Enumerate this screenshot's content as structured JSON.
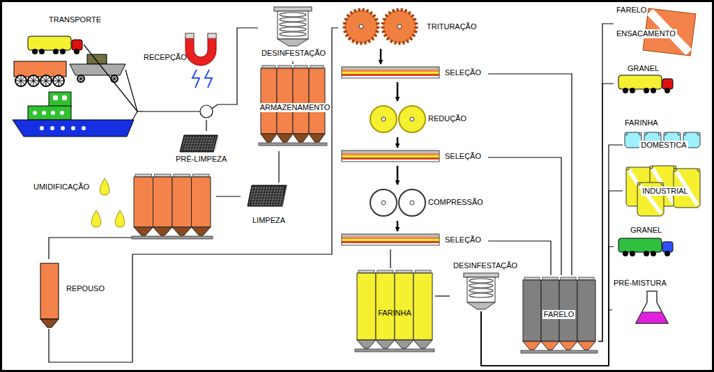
{
  "diagram": {
    "nodes": [
      {
        "text": [
          "TRANSPORTE"
        ]
      },
      {
        "text": [
          "RECEPÇÃO"
        ]
      },
      {
        "text": [
          "DESINFESTAÇÃO"
        ]
      },
      {
        "text": [
          "PRÉ-LIMPEZA"
        ]
      },
      {
        "text": [
          "ARMAZENAMENTO"
        ]
      },
      {
        "text": [
          "UMIDIFICAÇÃO"
        ]
      },
      {
        "text": [
          "LIMPEZA"
        ]
      },
      {
        "text": [
          "REPOUSO"
        ]
      },
      {
        "text": [
          "TRITURAÇÃO"
        ]
      },
      {
        "text": [
          "SELEÇÃO"
        ]
      },
      {
        "text": [
          "REDUÇÃO"
        ]
      },
      {
        "text": [
          "SELEÇÃO"
        ]
      },
      {
        "text": [
          "COMPRESSÃO"
        ]
      },
      {
        "text": [
          "SELEÇÃO"
        ]
      },
      {
        "text": [
          "DESINFESTAÇÃO"
        ]
      },
      {
        "text": [
          "FARINHA"
        ]
      },
      {
        "text": [
          "FARELO"
        ]
      },
      {
        "text": [
          "FARELO",
          "ENSACAMENTO"
        ]
      },
      {
        "text": [
          "GRANEL"
        ]
      },
      {
        "text": [
          "FARINHA"
        ]
      },
      {
        "text": [
          "DOMÉSTICA"
        ],
        "in": 19
      },
      {
        "text": [
          "INDUSTRIAL"
        ],
        "in": 19
      },
      {
        "text": [
          "GRANEL"
        ]
      },
      {
        "text": [
          "PRÉ-MISTURA"
        ]
      }
    ],
    "edges": [
      {
        "from": 0,
        "to": 1,
        "arrow": "none"
      },
      {
        "from": 1,
        "to": 3,
        "arrow": "none"
      },
      {
        "from": 1,
        "to": 2,
        "arrow": "none"
      },
      {
        "from": 2,
        "to": 4,
        "arrow": "none"
      },
      {
        "from": 4,
        "to": 6,
        "arrow": "none"
      },
      {
        "from": 6,
        "to": 5,
        "arrow": "none"
      },
      {
        "from": 5,
        "to": 7,
        "arrow": "none"
      },
      {
        "from": 7,
        "to": 8,
        "arrow": "none"
      },
      {
        "from": 8,
        "to": 9,
        "arrow": "to"
      },
      {
        "from": 9,
        "to": 10,
        "arrow": "to"
      },
      {
        "from": 10,
        "to": 11,
        "arrow": "to"
      },
      {
        "from": 11,
        "to": 12,
        "arrow": "to"
      },
      {
        "from": 12,
        "to": 13,
        "arrow": "to"
      },
      {
        "from": 9,
        "to": 16,
        "arrow": "none"
      },
      {
        "from": 11,
        "to": 16,
        "arrow": "none"
      },
      {
        "from": 13,
        "to": 16,
        "arrow": "none"
      },
      {
        "from": 13,
        "to": 15,
        "arrow": "none"
      },
      {
        "from": 15,
        "to": 14,
        "arrow": "none"
      },
      {
        "from": 14,
        "to": 20,
        "arrow": "none"
      },
      {
        "from": 14,
        "to": 21,
        "arrow": "none"
      },
      {
        "from": 14,
        "to": 22,
        "arrow": "none"
      },
      {
        "from": 14,
        "to": 23,
        "arrow": "none"
      },
      {
        "from": 16,
        "to": 17,
        "arrow": "none"
      },
      {
        "from": 16,
        "to": 18,
        "arrow": "none"
      }
    ]
  }
}
